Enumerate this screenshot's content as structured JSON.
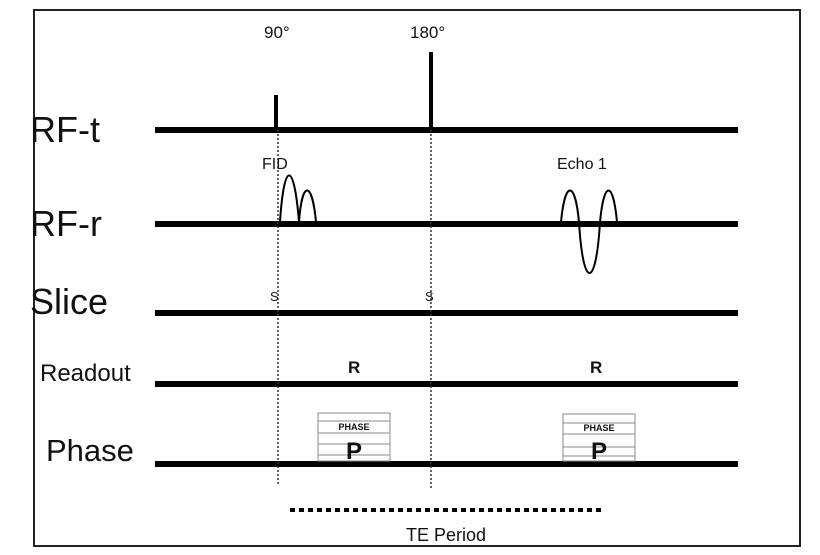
{
  "labels": {
    "pulse_90": "90°",
    "pulse_180": "180°",
    "fid": "FID",
    "echo": "Echo 1",
    "te_period": "TE Period"
  },
  "rows": [
    {
      "label": "RF-t"
    },
    {
      "label": "RF-r"
    },
    {
      "label": "Slice"
    },
    {
      "label": "Readout"
    },
    {
      "label": "Phase"
    }
  ],
  "markers": {
    "slice_marker": "S",
    "readout_marker": "R",
    "phase_letter": "P",
    "phase_text": "PHASE"
  }
}
